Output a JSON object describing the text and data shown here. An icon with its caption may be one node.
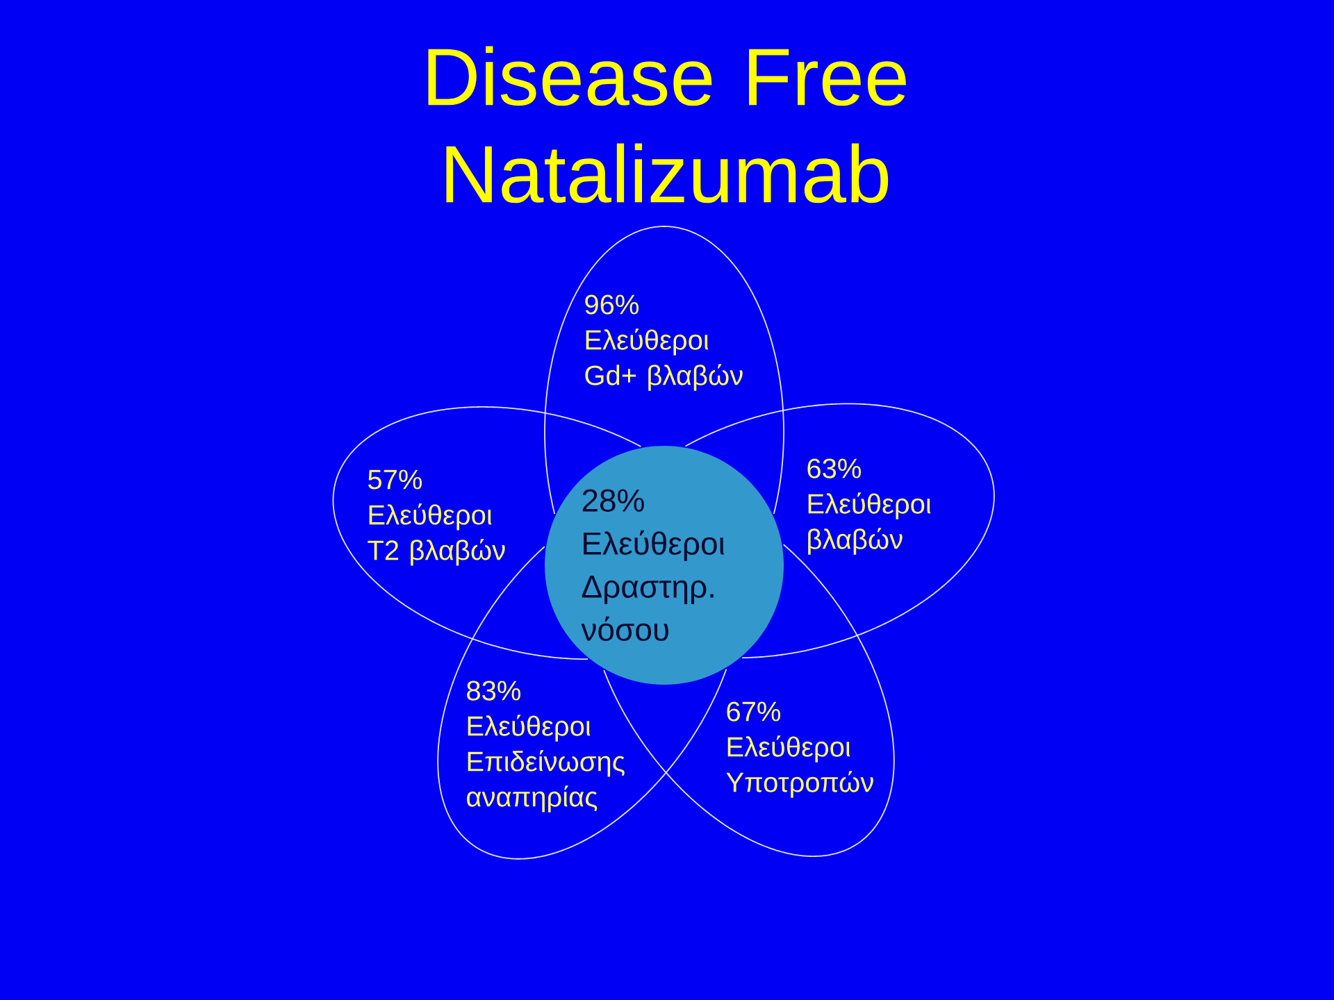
{
  "diagram": {
    "title": "Disease Free Natalizumab",
    "nodes": [
      {
        "text": [
          "96% Ελεύθεροι Gd+ βλαβών"
        ]
      },
      {
        "text": [
          "57% Ελεύθεροι T2 βλαβών"
        ]
      },
      {
        "text": [
          "63% Ελεύθεροι βλαβών"
        ]
      },
      {
        "text": [
          "28% Ελεύθεροι Δραστηρ. νόσου"
        ]
      },
      {
        "text": [
          "83% Ελεύθεροι Επιδείνωσης αναπηρίας"
        ]
      },
      {
        "text": [
          "67% Ελεύθεροι Υποτροπών"
        ]
      }
    ]
  }
}
